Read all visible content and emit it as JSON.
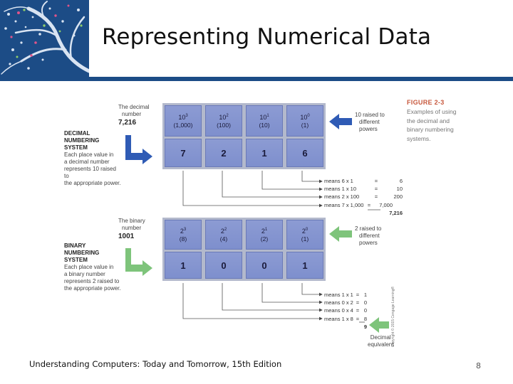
{
  "slide": {
    "title": "Representing Numerical Data",
    "footer": "Understanding Computers: Today and Tomorrow, 15th Edition",
    "page_number": "8"
  },
  "colors": {
    "brand_blue": "#1c4c86",
    "cell_blue": "#8293cf",
    "arrow_blue": "#2f5bb5",
    "arrow_green": "#7ec47b",
    "caption_red": "#c7583d"
  },
  "figure": {
    "caption_head": "FIGURE 2-3",
    "caption_lines": [
      "Examples of using",
      "the decimal and",
      "binary numbering",
      "systems."
    ],
    "copyright": "Copyright © 2015 Cengage Learning®",
    "decimal": {
      "number_label_1": "The decimal",
      "number_label_2": "number",
      "number": "7,216",
      "system_title_1": "DECIMAL NUMBERING",
      "system_title_2": "SYSTEM",
      "desc": [
        "Each place value in",
        "a decimal number",
        "represents 10 raised to",
        "the appropriate power."
      ],
      "side_note": [
        "10 raised to",
        "different",
        "powers"
      ],
      "powers": [
        {
          "base": "10",
          "exp": "3",
          "value": "(1,000)"
        },
        {
          "base": "10",
          "exp": "2",
          "value": "(100)"
        },
        {
          "base": "10",
          "exp": "1",
          "value": "(10)"
        },
        {
          "base": "10",
          "exp": "0",
          "value": "(1)"
        }
      ],
      "digits": [
        "7",
        "2",
        "1",
        "6"
      ],
      "means": [
        {
          "label": "means 6 x 1",
          "eq": "=",
          "result": "6"
        },
        {
          "label": "means 1 x 10",
          "eq": "=",
          "result": "10"
        },
        {
          "label": "means 2 x 100",
          "eq": "=",
          "result": "200"
        },
        {
          "label": "means 7 x 1,000",
          "eq": "=",
          "result": "7,000"
        }
      ],
      "total": "7,216"
    },
    "binary": {
      "number_label_1": "The binary",
      "number_label_2": "number",
      "number": "1001",
      "system_title_1": "BINARY NUMBERING",
      "system_title_2": "SYSTEM",
      "desc": [
        "Each place value in",
        "a binary number",
        "represents 2 raised to",
        "the appropriate power."
      ],
      "side_note": [
        "2 raised to",
        "different",
        "powers"
      ],
      "powers": [
        {
          "base": "2",
          "exp": "3",
          "value": "(8)"
        },
        {
          "base": "2",
          "exp": "2",
          "value": "(4)"
        },
        {
          "base": "2",
          "exp": "1",
          "value": "(2)"
        },
        {
          "base": "2",
          "exp": "0",
          "value": "(1)"
        }
      ],
      "digits": [
        "1",
        "0",
        "0",
        "1"
      ],
      "means": [
        {
          "label": "means 1 x 1",
          "eq": "=",
          "result": "1"
        },
        {
          "label": "means 0 x 2",
          "eq": "=",
          "result": "0"
        },
        {
          "label": "means 0 x 4",
          "eq": "=",
          "result": "0"
        },
        {
          "label": "means 1 x 8",
          "eq": "=",
          "result": "8"
        }
      ],
      "total": "9",
      "decimal_equiv_1": "Decimal",
      "decimal_equiv_2": "equivalent"
    }
  }
}
